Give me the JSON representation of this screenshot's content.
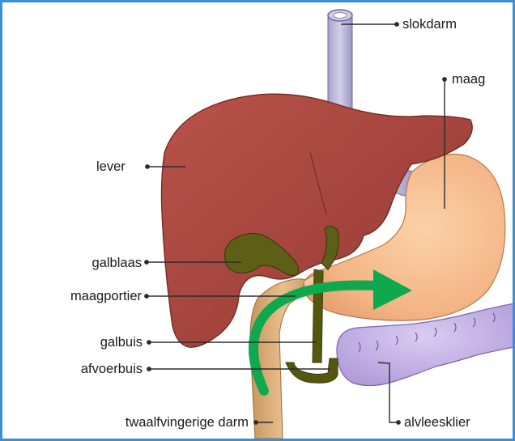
{
  "labels": {
    "esophagus": "slokdarm",
    "stomach": "maag",
    "liver": "lever",
    "gallbladder": "galblaas",
    "pylorus": "maagportier",
    "bile_duct": "galbuis",
    "outlet_duct": "afvoerbuis",
    "duodenum": "twaalfvingerige darm",
    "pancreas": "alvleesklier"
  },
  "colors": {
    "frame_border": "#3b8fd6",
    "liver": "#a5453e",
    "stomach": "#f5b98a",
    "esophagus": "#b7b2d8",
    "gallbladder": "#5a5c16",
    "pancreas": "#c3aee6",
    "duodenum": "#d9ad78",
    "arrow": "#0ea84f",
    "leader_line": "#2b2b2b"
  }
}
